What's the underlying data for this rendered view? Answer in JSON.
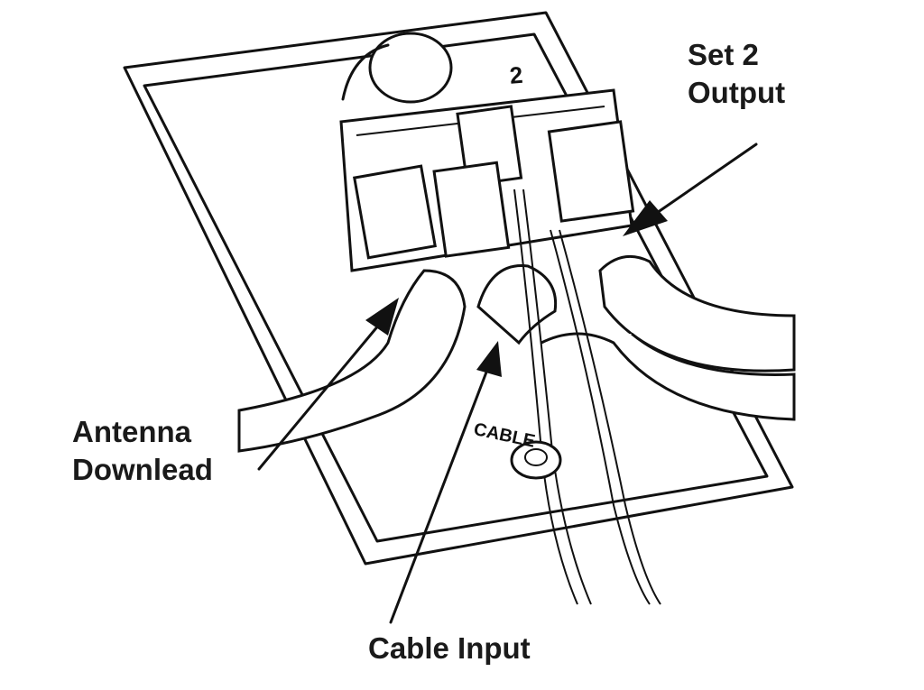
{
  "labels": {
    "set2_output": [
      "Set 2",
      "Output"
    ],
    "antenna_downlead": [
      "Antenna",
      "Downlead"
    ],
    "cable_input": "Cable Input"
  },
  "plate_markings": {
    "number": "2",
    "cable": "CABLE"
  },
  "colors": {
    "ink": "#111111",
    "background": "#ffffff"
  }
}
